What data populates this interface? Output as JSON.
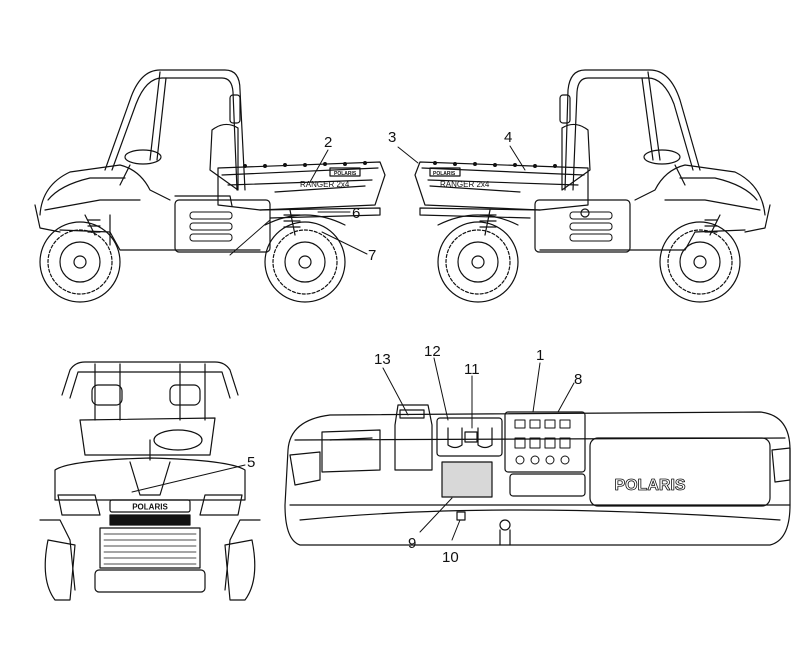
{
  "callouts": [
    "1",
    "2",
    "3",
    "4",
    "5",
    "6",
    "7",
    "8",
    "9",
    "10",
    "11",
    "12",
    "13"
  ],
  "decals": {
    "polaris": "POLARIS",
    "ranger_left": "RANGER 2x4",
    "ranger_right": "RANGER 2x4"
  },
  "colors": {
    "line": "#111111",
    "fill": "#ffffff",
    "shade": "#d8d8d8"
  }
}
